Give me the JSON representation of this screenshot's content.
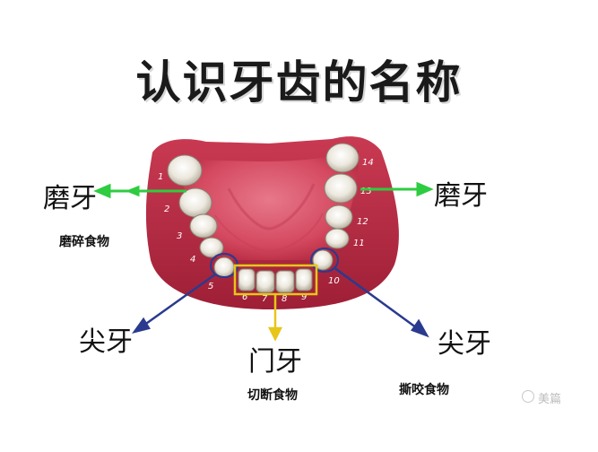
{
  "title": "认识牙齿的名称",
  "labels": {
    "molar_left": "磨牙",
    "molar_left_desc": "磨碎食物",
    "molar_right": "磨牙",
    "canine_left": "尖牙",
    "canine_right": "尖牙",
    "incisor": "门牙",
    "incisor_desc": "切断食物",
    "canine_desc": "撕咬食物"
  },
  "tooth_numbers": [
    "1",
    "2",
    "3",
    "4",
    "5",
    "6",
    "7",
    "8",
    "9",
    "10",
    "11",
    "12",
    "13",
    "14"
  ],
  "colors": {
    "gum": "#b8263f",
    "palate": "#d9546c",
    "molar_arrow": "#2ecc40",
    "canine_arrow": "#2a3a8f",
    "incisor_arrow": "#e6c619",
    "tooth": "#f2f0ea"
  },
  "watermark": "美篇"
}
